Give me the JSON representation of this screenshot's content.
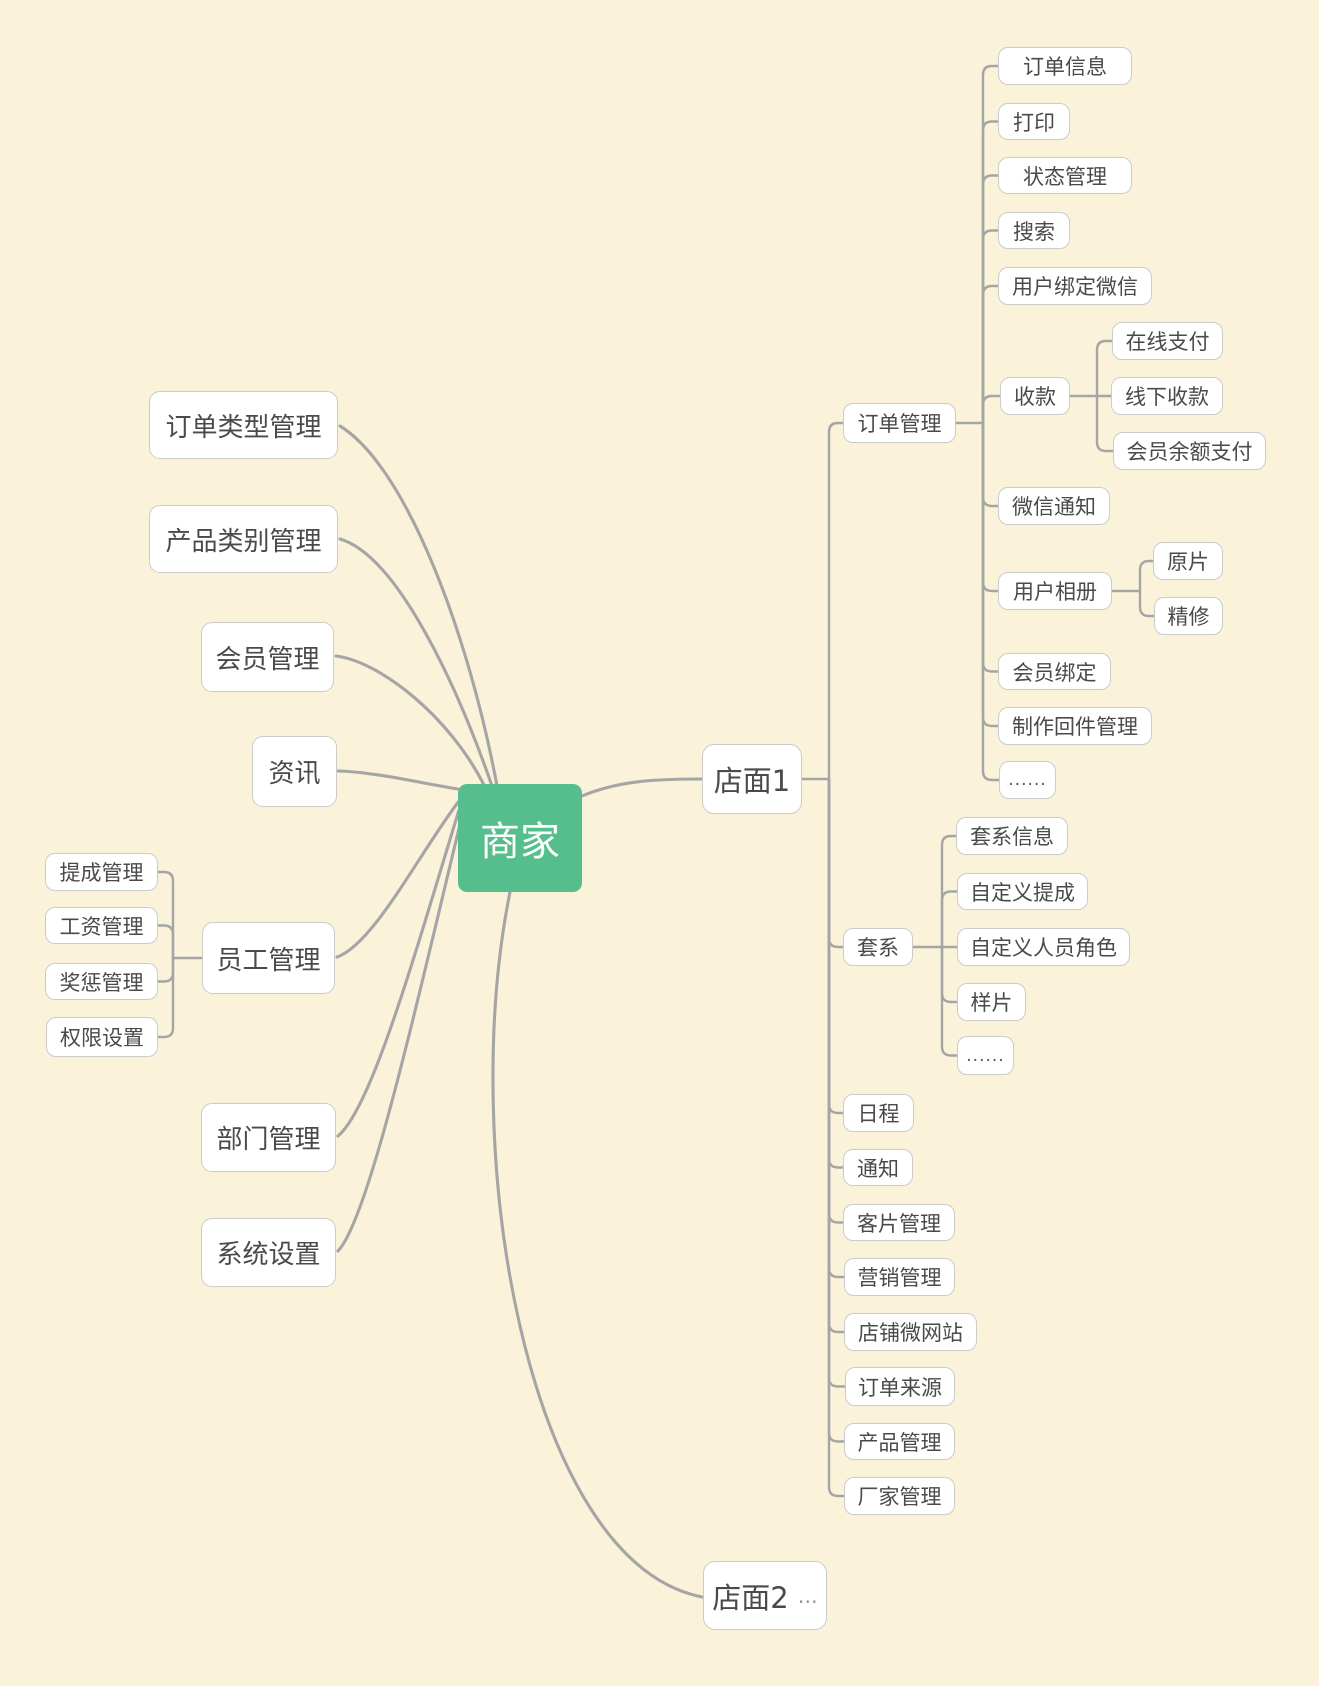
{
  "colors": {
    "background": "#faf3d9",
    "node_fill": "#ffffff",
    "node_border": "#cbcbcb",
    "node_text": "#4a4a4a",
    "line": "#a5a5a5",
    "root_fill": "#55be8c",
    "root_text": "#ffffff",
    "suffix_text": "#999999"
  },
  "nodes": [
    {
      "id": "merchant",
      "label": "商家",
      "parent": null
    },
    {
      "id": "order-type-management",
      "label": "订单类型管理",
      "parent": "merchant"
    },
    {
      "id": "product-category-management",
      "label": "产品类别管理",
      "parent": "merchant"
    },
    {
      "id": "member-management",
      "label": "会员管理",
      "parent": "merchant"
    },
    {
      "id": "news",
      "label": "资讯",
      "parent": "merchant"
    },
    {
      "id": "staff-management",
      "label": "员工管理",
      "parent": "merchant"
    },
    {
      "id": "commission-management",
      "label": "提成管理",
      "parent": "staff-management"
    },
    {
      "id": "salary-management",
      "label": "工资管理",
      "parent": "staff-management"
    },
    {
      "id": "reward-punishment-management",
      "label": "奖惩管理",
      "parent": "staff-management"
    },
    {
      "id": "permission-settings",
      "label": "权限设置",
      "parent": "staff-management"
    },
    {
      "id": "department-management",
      "label": "部门管理",
      "parent": "merchant"
    },
    {
      "id": "system-settings",
      "label": "系统设置",
      "parent": "merchant"
    },
    {
      "id": "store-1",
      "label": "店面1",
      "parent": "merchant"
    },
    {
      "id": "order-management",
      "label": "订单管理",
      "parent": "store-1"
    },
    {
      "id": "order-info",
      "label": "订单信息",
      "parent": "order-management"
    },
    {
      "id": "print",
      "label": "打印",
      "parent": "order-management"
    },
    {
      "id": "status-management",
      "label": "状态管理",
      "parent": "order-management"
    },
    {
      "id": "search",
      "label": "搜索",
      "parent": "order-management"
    },
    {
      "id": "user-bind-wechat",
      "label": "用户绑定微信",
      "parent": "order-management"
    },
    {
      "id": "payment-collection",
      "label": "收款",
      "parent": "order-management"
    },
    {
      "id": "online-payment",
      "label": "在线支付",
      "parent": "payment-collection"
    },
    {
      "id": "offline-collection",
      "label": "线下收款",
      "parent": "payment-collection"
    },
    {
      "id": "member-balance-payment",
      "label": "会员余额支付",
      "parent": "payment-collection"
    },
    {
      "id": "wechat-notification",
      "label": "微信通知",
      "parent": "order-management"
    },
    {
      "id": "user-album",
      "label": "用户相册",
      "parent": "order-management"
    },
    {
      "id": "original-photos",
      "label": "原片",
      "parent": "user-album"
    },
    {
      "id": "retouched-photos",
      "label": "精修",
      "parent": "user-album"
    },
    {
      "id": "member-binding",
      "label": "会员绑定",
      "parent": "order-management"
    },
    {
      "id": "product-return-management",
      "label": "制作回件管理",
      "parent": "order-management"
    },
    {
      "id": "order-management-more",
      "label": "......",
      "parent": "order-management"
    },
    {
      "id": "package",
      "label": "套系",
      "parent": "store-1"
    },
    {
      "id": "package-info",
      "label": "套系信息",
      "parent": "package"
    },
    {
      "id": "custom-commission",
      "label": "自定义提成",
      "parent": "package"
    },
    {
      "id": "custom-staff-roles",
      "label": "自定义人员角色",
      "parent": "package"
    },
    {
      "id": "sample-photos",
      "label": "样片",
      "parent": "package"
    },
    {
      "id": "package-more",
      "label": "......",
      "parent": "package"
    },
    {
      "id": "schedule",
      "label": "日程",
      "parent": "store-1"
    },
    {
      "id": "notification",
      "label": "通知",
      "parent": "store-1"
    },
    {
      "id": "customer-photo-management",
      "label": "客片管理",
      "parent": "store-1"
    },
    {
      "id": "marketing-management",
      "label": "营销管理",
      "parent": "store-1"
    },
    {
      "id": "store-micro-website",
      "label": "店铺微网站",
      "parent": "store-1"
    },
    {
      "id": "order-source",
      "label": "订单来源",
      "parent": "store-1"
    },
    {
      "id": "product-management",
      "label": "产品管理",
      "parent": "store-1"
    },
    {
      "id": "manufacturer-management",
      "label": "厂家管理",
      "parent": "store-1"
    },
    {
      "id": "store-2",
      "label": "店面2",
      "suffix": "...",
      "parent": "merchant"
    }
  ]
}
